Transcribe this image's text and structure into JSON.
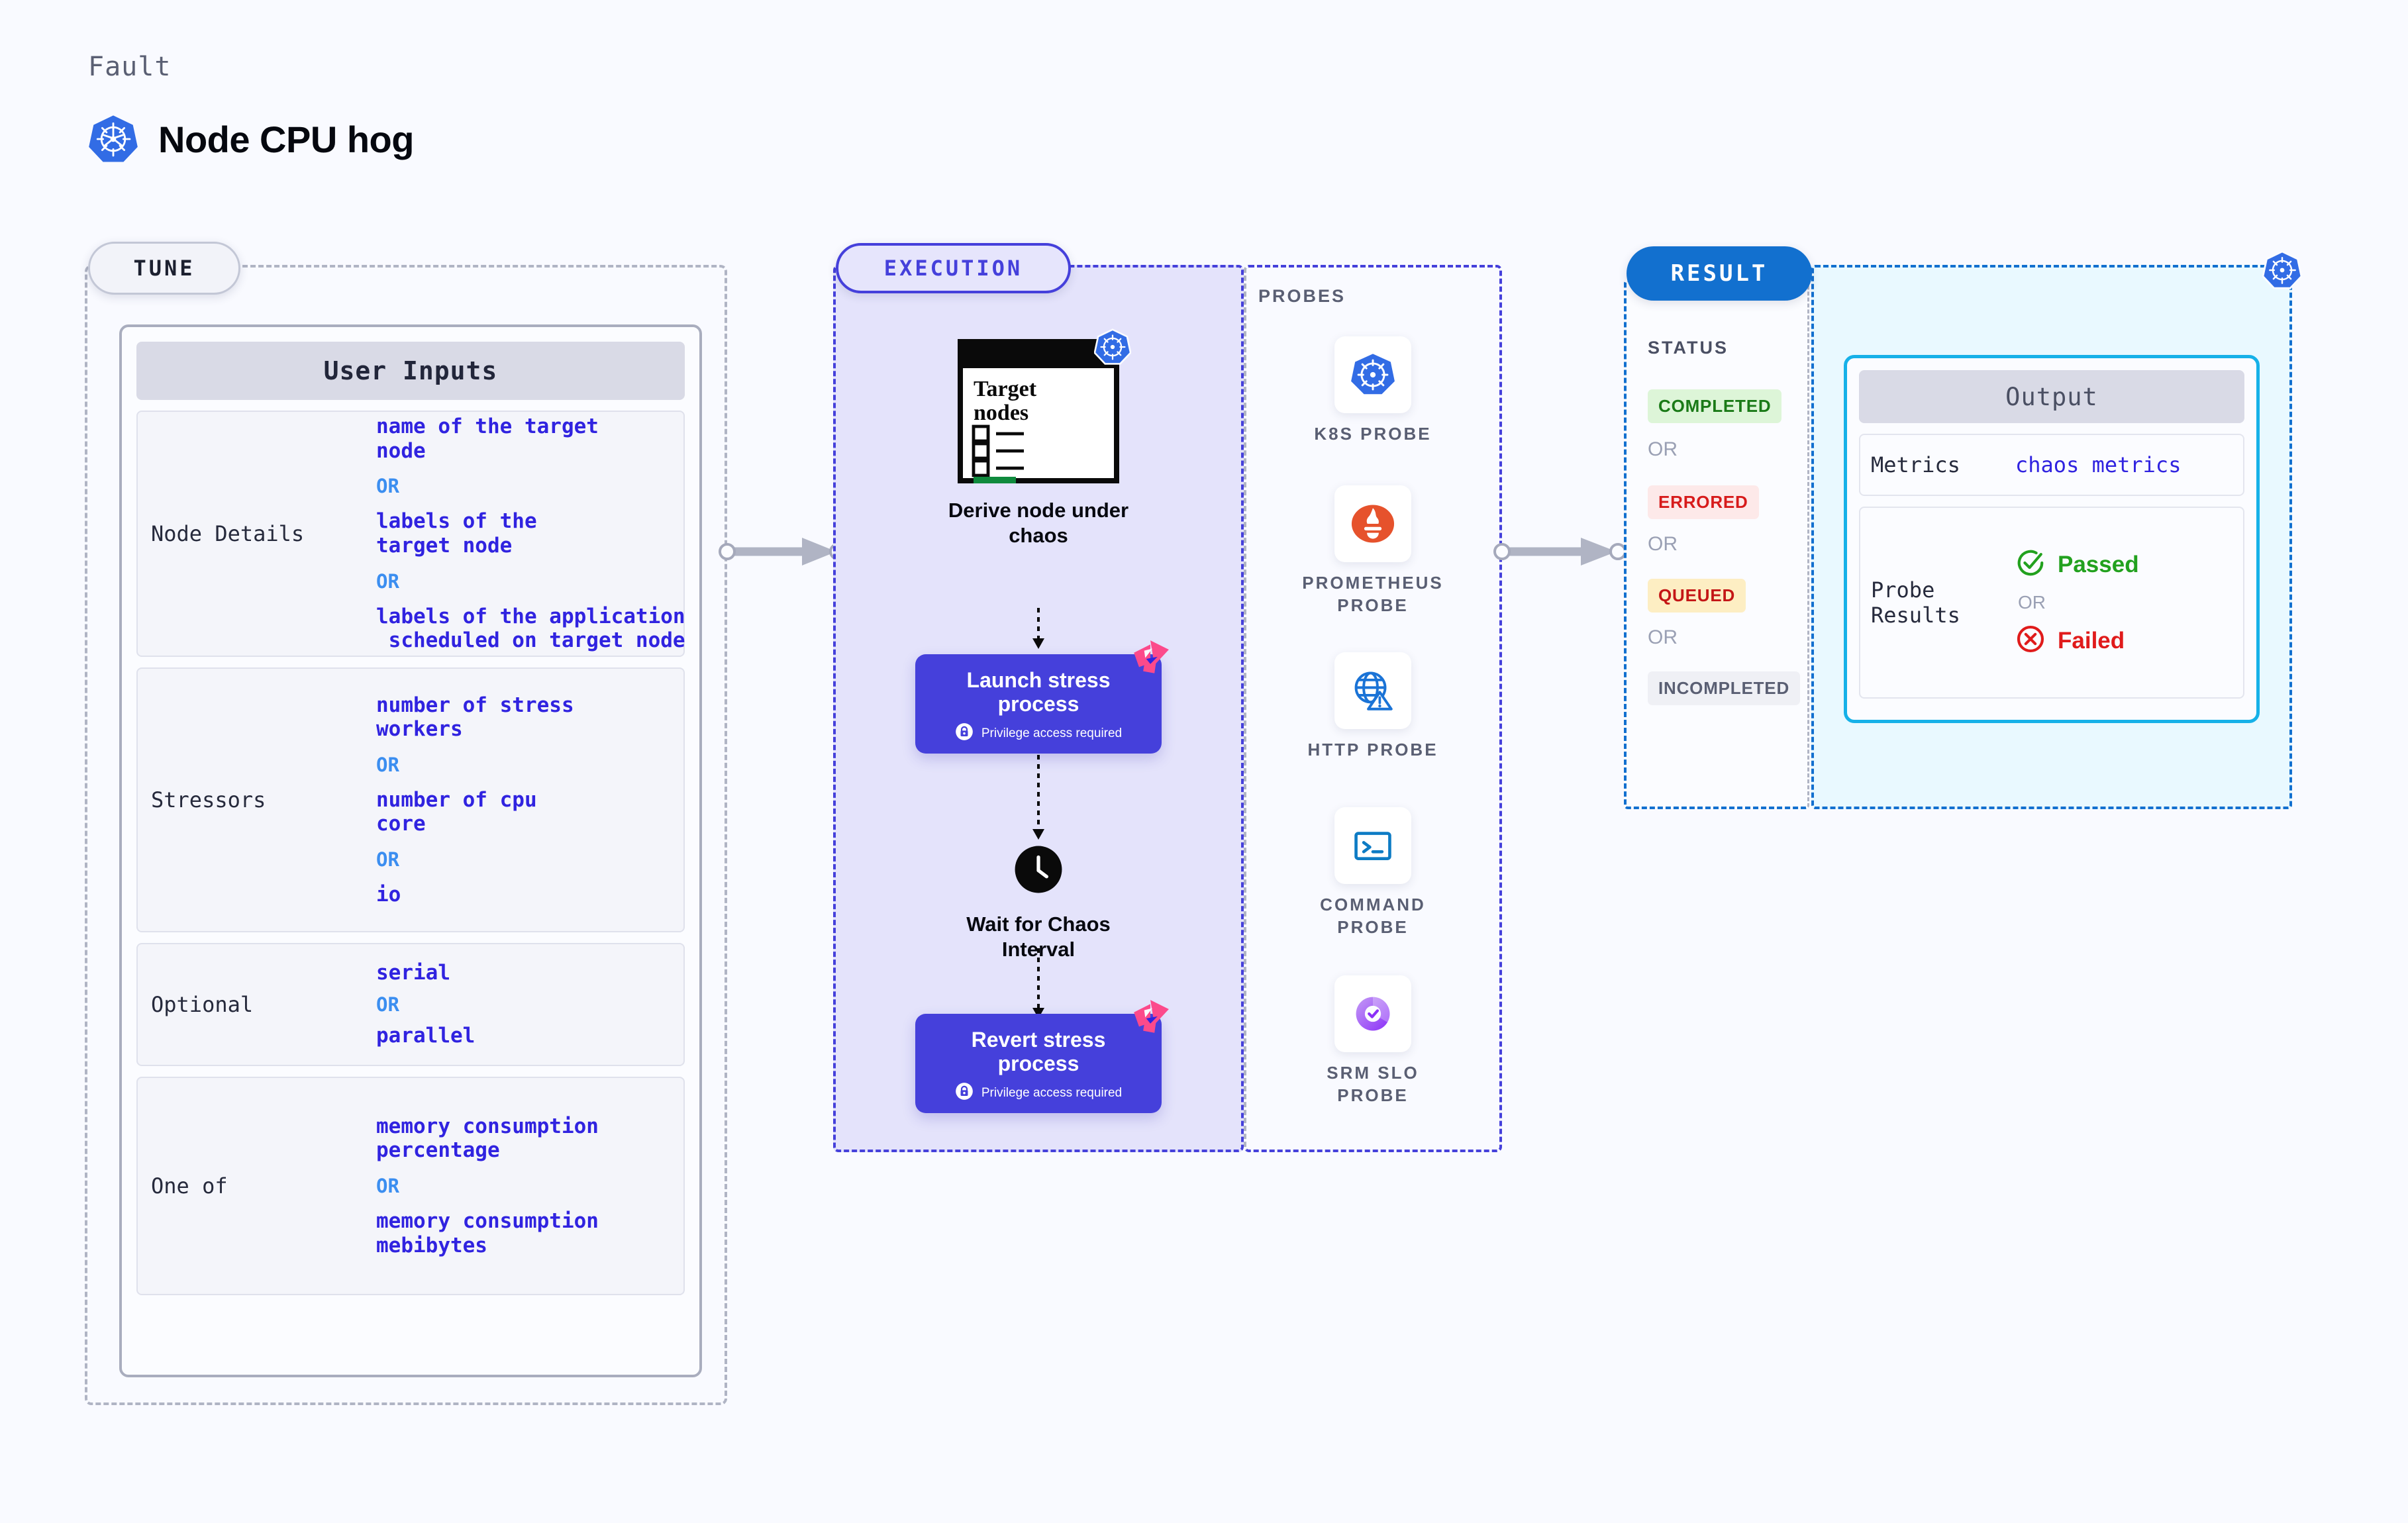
{
  "header": {
    "kicker": "Fault",
    "title": "Node CPU hog",
    "logo_icon": "kubernetes-icon"
  },
  "colors": {
    "background": "#f9faff",
    "tune_border": "#b0b4c4",
    "execution": "#4540db",
    "execution_fill": "#e4e3fb",
    "result": "#1270cf",
    "output_fill": "#e9f9ff",
    "output_border": "#16b1e8",
    "value_text": "#3023e0",
    "or_text": "#3b8ef0",
    "passed": "#22a11e",
    "failed": "#e01b1b"
  },
  "tune": {
    "stage_label": "TUNE",
    "card_title": "User Inputs",
    "or_label": "OR",
    "rows": [
      {
        "label": "Node Details",
        "values": [
          "name of the target\nnode",
          "labels of the\ntarget node",
          "labels of the application\n scheduled on target node"
        ]
      },
      {
        "label": "Stressors",
        "values": [
          "number of stress\nworkers",
          "number of cpu\ncore",
          "io"
        ]
      },
      {
        "label": "Optional",
        "values": [
          "serial",
          "parallel"
        ]
      },
      {
        "label": "One of",
        "values": [
          "memory consumption\npercentage",
          "memory consumption\nmebibytes"
        ]
      }
    ]
  },
  "execution": {
    "stage_label": "EXECUTION",
    "nodes": [
      {
        "type": "target-card",
        "card_title": "Target\nnodes",
        "caption": "Derive node under\nchaos",
        "icon": "kubernetes-icon"
      },
      {
        "type": "action",
        "title": "Launch stress\nprocess",
        "privilege": "Privilege access required",
        "privilege_icon": "lock-icon",
        "badge_icon": "litmus-icon"
      },
      {
        "type": "wait",
        "caption": "Wait for Chaos\nInterval",
        "icon": "clock-icon"
      },
      {
        "type": "action",
        "title": "Revert stress\nprocess",
        "privilege": "Privilege access required",
        "privilege_icon": "lock-icon",
        "badge_icon": "litmus-icon"
      }
    ]
  },
  "probes": {
    "title": "PROBES",
    "items": [
      {
        "label": "K8S PROBE",
        "icon": "kubernetes-icon"
      },
      {
        "label": "PROMETHEUS\nPROBE",
        "icon": "prometheus-icon"
      },
      {
        "label": "HTTP PROBE",
        "icon": "globe-warning-icon"
      },
      {
        "label": "COMMAND\nPROBE",
        "icon": "terminal-icon"
      },
      {
        "label": "SRM SLO\nPROBE",
        "icon": "srm-slo-icon"
      }
    ]
  },
  "result": {
    "stage_label": "RESULT",
    "status_title": "STATUS",
    "or_label": "OR",
    "statuses": [
      {
        "label": "COMPLETED",
        "text_color": "#1a7a17",
        "bg_color": "#ddf5d8"
      },
      {
        "label": "ERRORED",
        "text_color": "#d71b1b",
        "bg_color": "#fde9e9"
      },
      {
        "label": "QUEUED",
        "text_color": "#c41616",
        "bg_color": "#fdeec3"
      },
      {
        "label": "INCOMPLETED",
        "text_color": "#5a5f73",
        "bg_color": "#eff0f5"
      }
    ],
    "corner_icon": "kubernetes-icon",
    "output": {
      "title": "Output",
      "metrics_label": "Metrics",
      "metrics_value": "chaos metrics",
      "probe_results_label": "Probe\nResults",
      "passed_label": "Passed",
      "failed_label": "Failed",
      "passed_icon": "check-circle-icon",
      "failed_icon": "x-circle-icon",
      "or_label": "OR"
    }
  },
  "connectors": [
    {
      "name": "tune-to-execution-arrow"
    },
    {
      "name": "execution-to-result-arrow"
    }
  ]
}
